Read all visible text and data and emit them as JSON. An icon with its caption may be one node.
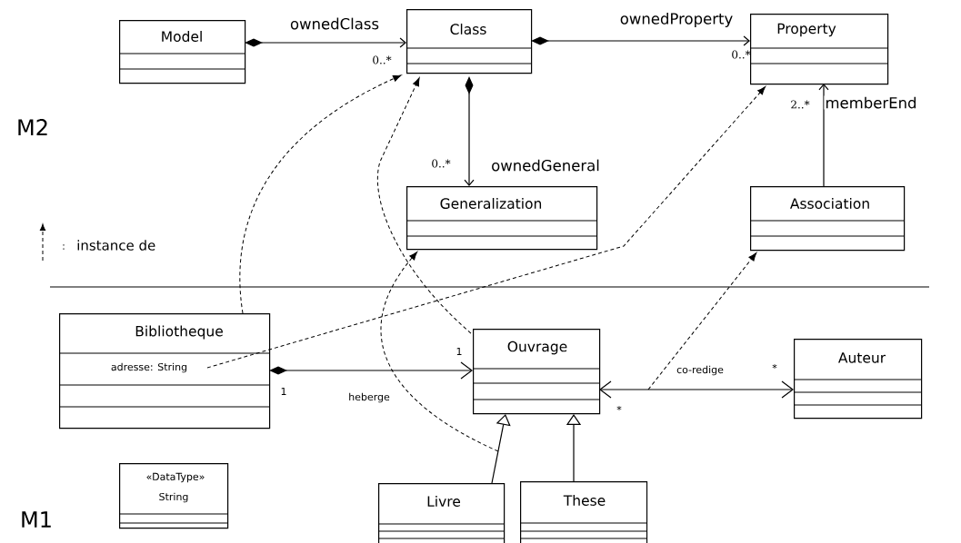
{
  "diagram": {
    "nodes": [
      {
        "text": [
          "Model"
        ]
      },
      {
        "text": [
          "Class"
        ]
      },
      {
        "text": [
          "Property"
        ]
      },
      {
        "text": [
          "Generalization"
        ]
      },
      {
        "text": [
          "Association"
        ]
      },
      {
        "text": [
          "Bibliotheque",
          "adresse: String"
        ]
      },
      {
        "text": [
          "Ouvrage"
        ]
      },
      {
        "text": [
          "Auteur"
        ]
      },
      {
        "text": [
          "«DataType»",
          "String"
        ]
      },
      {
        "text": [
          "Livre"
        ]
      },
      {
        "text": [
          "These"
        ]
      }
    ],
    "edges": [
      {
        "from": 0,
        "to": 1,
        "arrow": "to",
        "label": "ownedClass"
      },
      {
        "from": 1,
        "to": 2,
        "arrow": "to",
        "label": "ownedProperty"
      },
      {
        "from": 1,
        "to": 3,
        "arrow": "to",
        "label": "ownedGeneral"
      },
      {
        "from": 4,
        "to": 2,
        "arrow": "to",
        "label": "memberEnd"
      },
      {
        "from": 5,
        "to": 6,
        "arrow": "to",
        "label": "heberge"
      },
      {
        "from": 6,
        "to": 7,
        "arrow": "both",
        "label": "co-redige"
      },
      {
        "from": 9,
        "to": 6,
        "arrow": "to"
      },
      {
        "from": 10,
        "to": 6,
        "arrow": "to"
      },
      {
        "from": 5,
        "to": 1,
        "arrow": "to",
        "style": "dashed"
      },
      {
        "from": 6,
        "to": 1,
        "arrow": "to",
        "style": "dashed"
      },
      {
        "from": null,
        "to": 3,
        "arrow": "to",
        "style": "dashed"
      },
      {
        "from": 5,
        "to": 2,
        "arrow": "to",
        "style": "dashed"
      },
      {
        "from": null,
        "to": 4,
        "arrow": "to",
        "style": "dashed"
      }
    ],
    "labels": [
      "M2",
      "0..*",
      "0..*",
      "0..*",
      "2..*",
      ":",
      "M1",
      "1",
      "1",
      "*",
      "*"
    ],
    "legend": [
      {
        "text": "instance de"
      }
    ]
  }
}
